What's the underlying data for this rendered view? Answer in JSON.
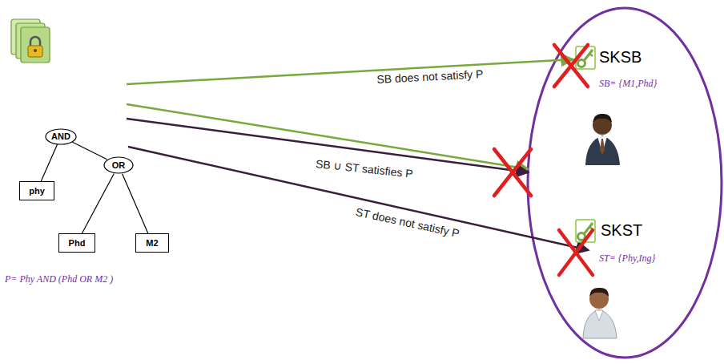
{
  "diagram": {
    "nodes": [
      {
        "text": [
          "AND"
        ]
      },
      {
        "text": [
          "phy"
        ]
      },
      {
        "text": [
          "OR"
        ]
      },
      {
        "text": [
          "Phd"
        ]
      },
      {
        "text": [
          "M2"
        ]
      }
    ],
    "edges": [
      {
        "from": 0,
        "to": 1,
        "arrow": "none"
      },
      {
        "from": 0,
        "to": 2,
        "arrow": "none"
      },
      {
        "from": 2,
        "to": 3,
        "arrow": "none"
      },
      {
        "from": 2,
        "to": 4,
        "arrow": "none"
      }
    ],
    "labels": [
      "SB does not satisfy P",
      "SB ∪ ST satisfies P",
      "ST does not satisfy P",
      "SKSB",
      "SB= {M1,Phd}",
      "SKST",
      "ST= {Phy,Ing}",
      "P= Phy AND (Phd OR M2 )"
    ]
  }
}
